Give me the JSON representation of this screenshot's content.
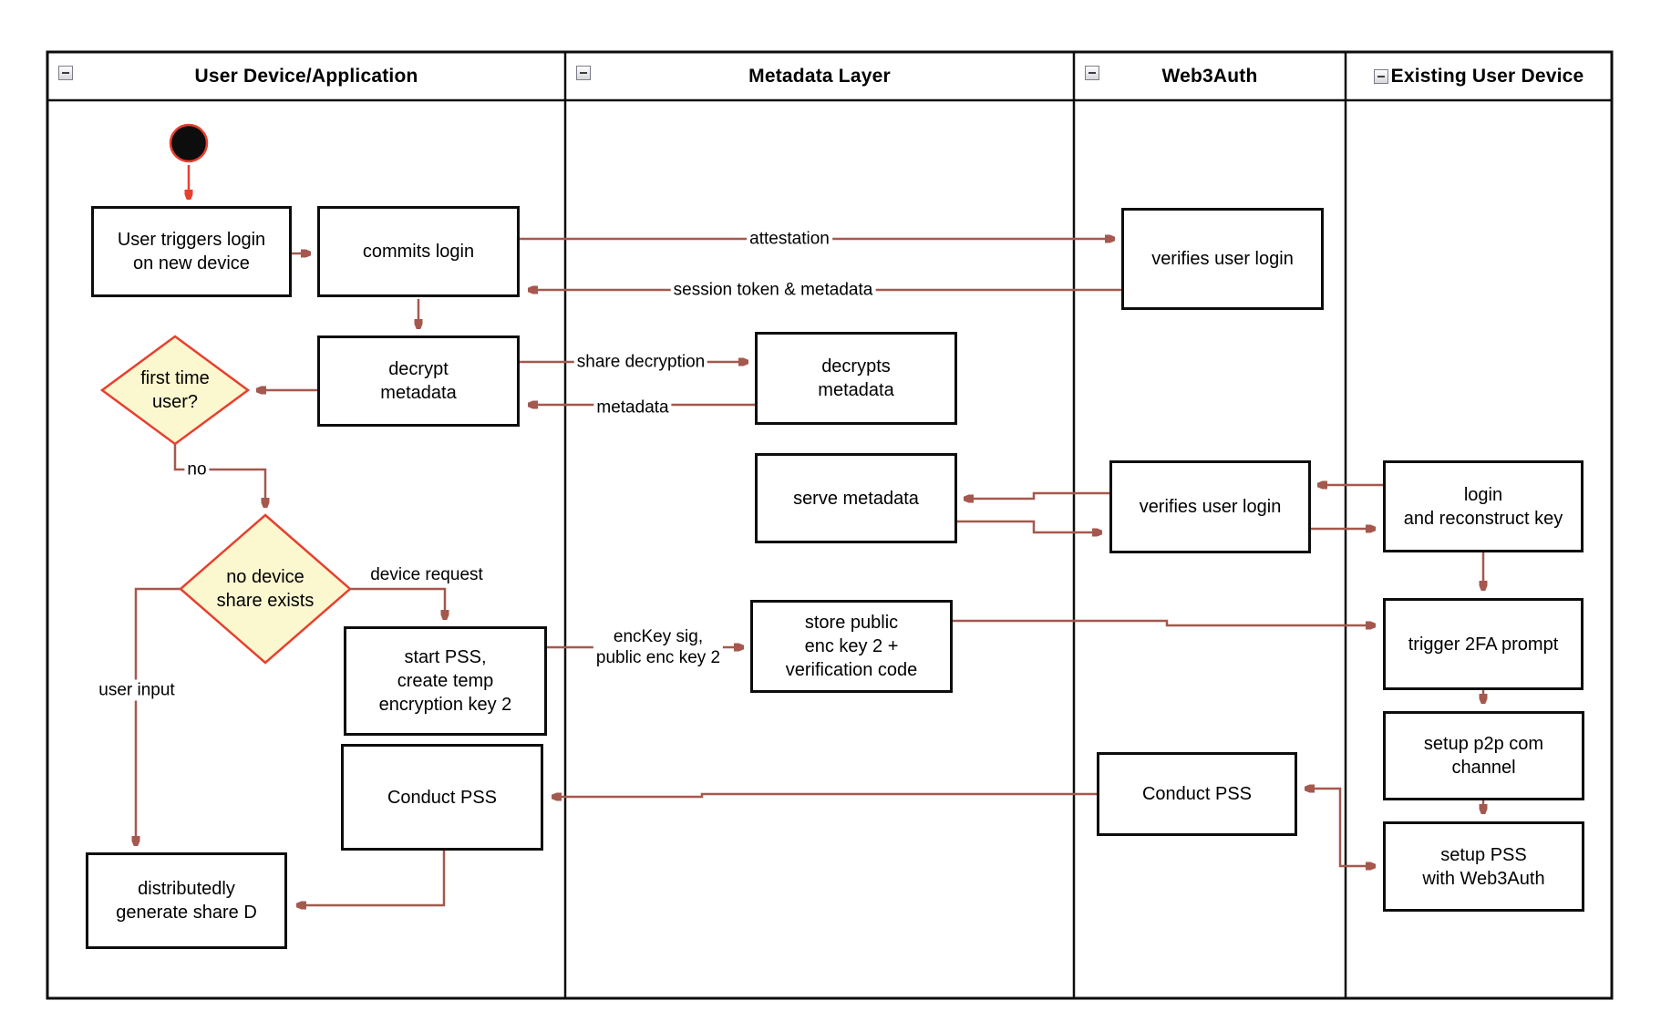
{
  "lanes": [
    {
      "label": "User Device/Application"
    },
    {
      "label": "Metadata Layer"
    },
    {
      "label": "Web3Auth"
    },
    {
      "label": "Existing User Device"
    }
  ],
  "nodes": {
    "user_triggers": {
      "label": "User triggers login\non new device"
    },
    "commits_login": {
      "label": "commits login"
    },
    "verifies_login_1": {
      "label": "verifies user login"
    },
    "decrypt_metadata": {
      "label": "decrypt\nmetadata"
    },
    "decrypts_metadata": {
      "label": "decrypts\nmetadata"
    },
    "serve_metadata": {
      "label": "serve metadata"
    },
    "verifies_login_2": {
      "label": "verifies user login"
    },
    "login_reconstruct": {
      "label": "login\nand reconstruct key"
    },
    "start_pss": {
      "label": "start PSS,\ncreate temp\nencryption key 2"
    },
    "store_public": {
      "label": "store public\nenc key 2 +\nverification code"
    },
    "trigger_2fa": {
      "label": "trigger 2FA prompt"
    },
    "setup_p2p": {
      "label": "setup p2p com\nchannel"
    },
    "setup_pss": {
      "label": "setup PSS\nwith Web3Auth"
    },
    "conduct_pss_left": {
      "label": "Conduct PSS"
    },
    "conduct_pss_right": {
      "label": "Conduct PSS"
    },
    "distributedly": {
      "label": "distributedly\ngenerate share D"
    }
  },
  "decisions": {
    "first_time_user": {
      "label": "first time\nuser?"
    },
    "no_device_share": {
      "label": "no device\nshare exists"
    }
  },
  "edge_labels": {
    "attestation": "attestation",
    "session_token": "session token & metadata",
    "share_decryption": "share decryption",
    "metadata": "metadata",
    "no": "no",
    "device_request": "device request",
    "enckey": "encKey sig,\npublic enc key 2",
    "user_input": "user input"
  },
  "colors": {
    "arrow": "#a5584e",
    "accent_red": "#e8402f",
    "diamond_fill": "#fbf7cf",
    "border": "#0d0d0d"
  }
}
